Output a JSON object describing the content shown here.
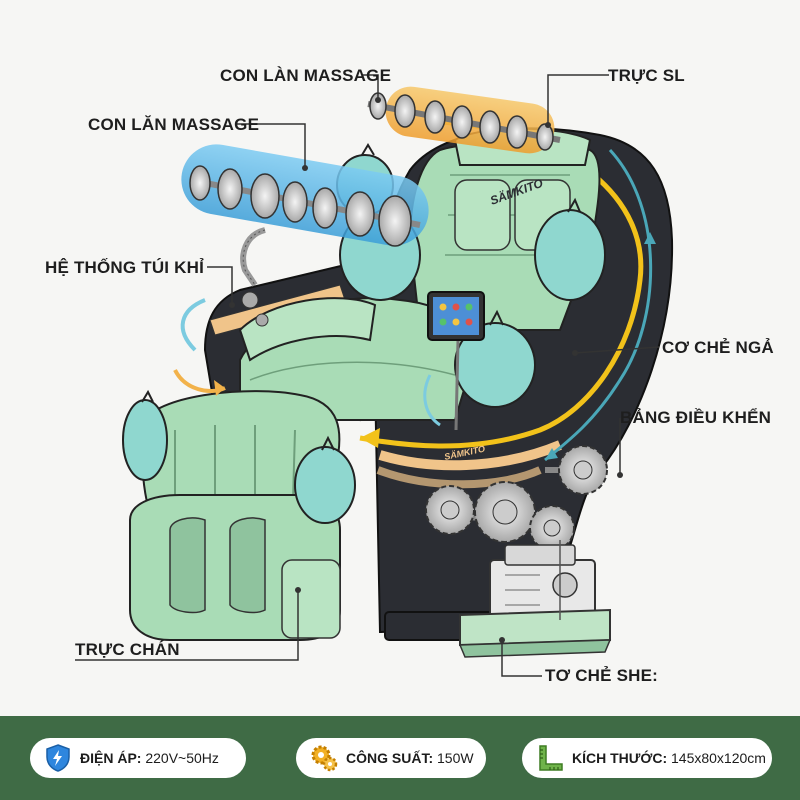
{
  "labels": {
    "top_roller": "CON LÀN MASSAGE",
    "top_axis": "TRỰC SL",
    "left_roller": "CON LĂN MASSAGE",
    "airbag_system": "HỆ THỐNG TÚI KHỈ",
    "recline_mechanism": "CƠ CHẺ NGẢ",
    "control_panel": "BẢNG ĐIỀU KHỂN",
    "foot_axis": "TRỰC CHÁN",
    "motor": "TƠ CHẺ SHE:"
  },
  "brand": {
    "chair_logo": "SÄMKITO",
    "base_logo": "SÄMKITO"
  },
  "specs": [
    {
      "label": "ĐIỆN ÁP:",
      "value": "220V~50Hz",
      "icon": "shield-lightning-icon"
    },
    {
      "label": "CÔNG SUẤT:",
      "value": "150W",
      "icon": "gears-icon"
    },
    {
      "label": "KÍCH THƯỚC:",
      "value": "145x80x120cm",
      "icon": "ruler-icon"
    }
  ],
  "colors": {
    "footer": "#3f6b45",
    "upholstery": "#a9dcb6",
    "shell": "#2b2d33",
    "airbag": "#8fd7cf",
    "roller_highlight_blue": "#5fb7e8",
    "roller_highlight_orange": "#f2b24a",
    "arrow_yellow": "#f2c21a",
    "arrow_teal": "#4aa7b8"
  }
}
